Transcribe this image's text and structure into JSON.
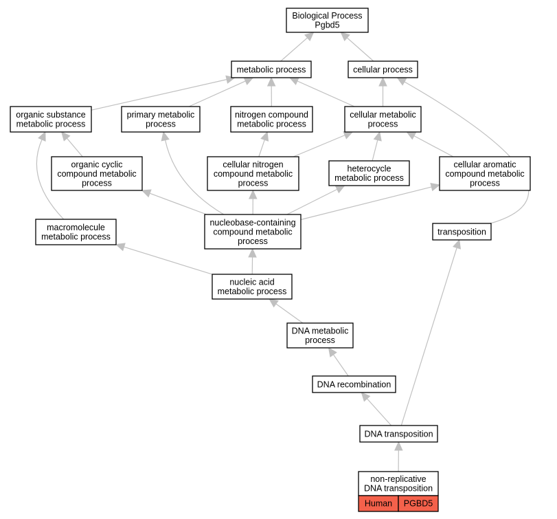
{
  "colors": {
    "edge": "#c0c0c0",
    "annotation_fill": "#f4614b",
    "node_border": "#000000"
  },
  "nodes": {
    "biological_process": [
      "Biological Process",
      "Pgbd5"
    ],
    "metabolic_process": [
      "metabolic process"
    ],
    "cellular_process": [
      "cellular process"
    ],
    "organic_substance_metabolic_process": [
      "organic substance",
      "metabolic process"
    ],
    "primary_metabolic_process": [
      "primary metabolic",
      "process"
    ],
    "nitrogen_compound_metabolic_process": [
      "nitrogen compound",
      "metabolic process"
    ],
    "cellular_metabolic_process": [
      "cellular metabolic",
      "process"
    ],
    "organic_cyclic_compound_metabolic_process": [
      "organic cyclic",
      "compound metabolic",
      "process"
    ],
    "cellular_nitrogen_compound_metabolic_process": [
      "cellular nitrogen",
      "compound metabolic",
      "process"
    ],
    "heterocycle_metabolic_process": [
      "heterocycle",
      "metabolic process"
    ],
    "cellular_aromatic_compound_metabolic_process": [
      "cellular aromatic",
      "compound metabolic",
      "process"
    ],
    "macromolecule_metabolic_process": [
      "macromolecule",
      "metabolic process"
    ],
    "nucleobase_containing_compound_metabolic_process": [
      "nucleobase-containing",
      "compound metabolic",
      "process"
    ],
    "transposition": [
      "transposition"
    ],
    "nucleic_acid_metabolic_process": [
      "nucleic acid",
      "metabolic process"
    ],
    "dna_metabolic_process": [
      "DNA metabolic",
      "process"
    ],
    "dna_recombination": [
      "DNA recombination"
    ],
    "dna_transposition": [
      "DNA transposition"
    ],
    "non_replicative_dna_transposition": [
      "non-replicative",
      "DNA transposition"
    ]
  },
  "annotations": {
    "species": "Human",
    "gene": "PGBD5"
  }
}
